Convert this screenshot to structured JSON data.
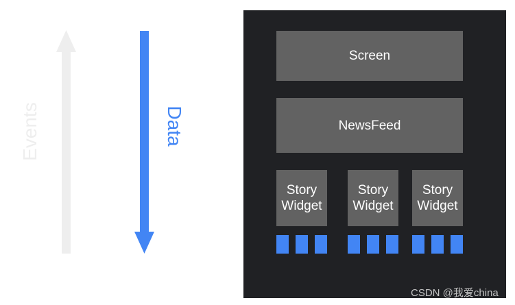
{
  "colors": {
    "events_arrow": "#eeeeee",
    "data_arrow": "#4285f4",
    "panel_background": "#202124",
    "box_background": "#626262",
    "box_text": "#ffffff",
    "item_blue": "#4285f4",
    "watermark": "#c4c4c4"
  },
  "labels": {
    "events": "Events",
    "data": "Data"
  },
  "panel": {
    "screen": "Screen",
    "newsfeed": "NewsFeed",
    "story_widgets": [
      {
        "line1": "Story",
        "line2": "Widget"
      },
      {
        "line1": "Story",
        "line2": "Widget"
      },
      {
        "line1": "Story",
        "line2": "Widget"
      }
    ]
  },
  "watermark": "CSDN @我爱china"
}
